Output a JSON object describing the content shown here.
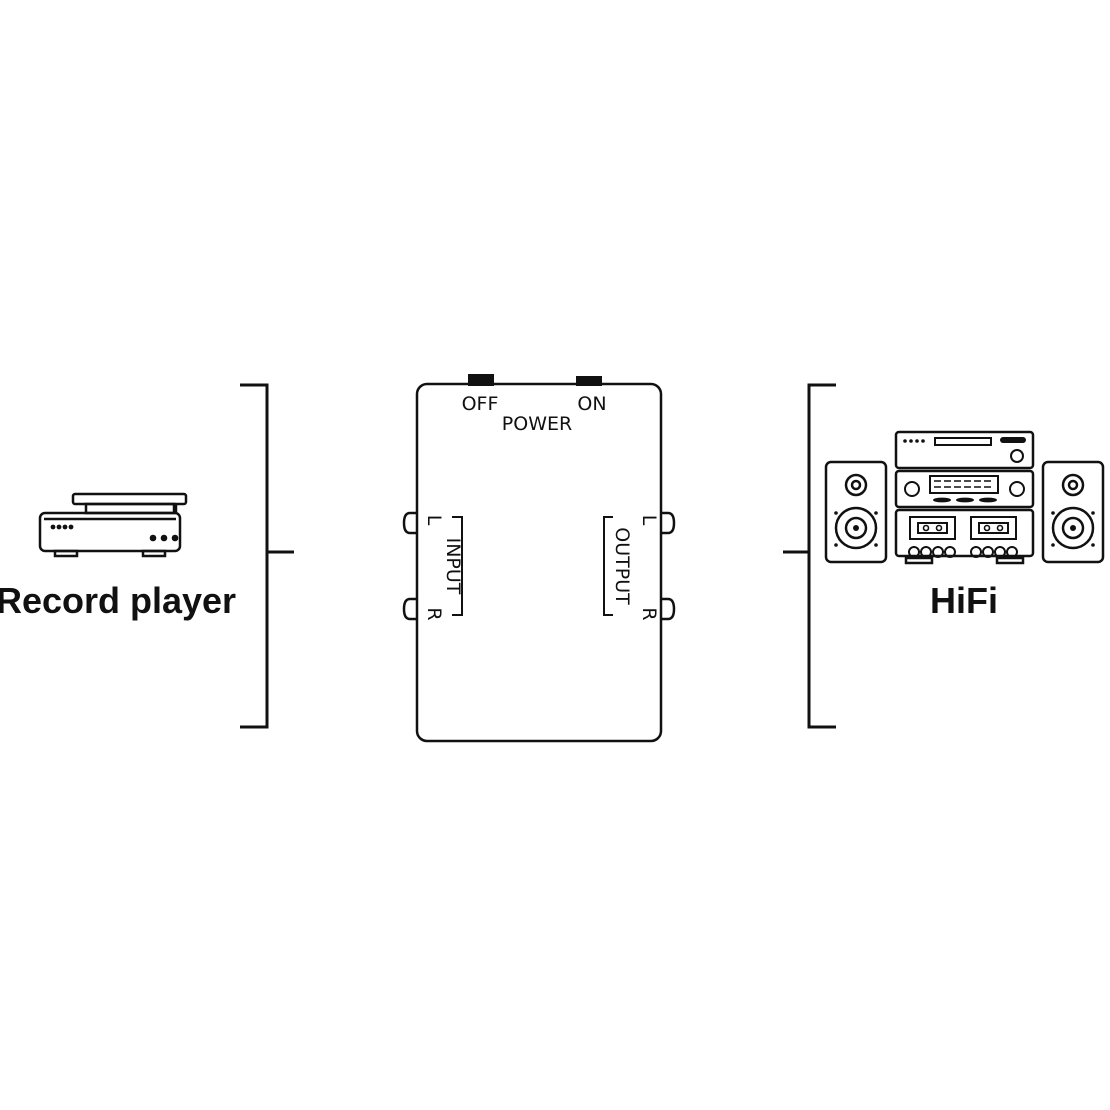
{
  "colors": {
    "ink": "#111111",
    "background": "#ffffff"
  },
  "source": {
    "label": "Record player",
    "icon": "record-player-icon"
  },
  "destination": {
    "label": "HiFi",
    "icon": "hifi-system-icon"
  },
  "device": {
    "power": {
      "label": "POWER",
      "off": "OFF",
      "on": "ON"
    },
    "input": {
      "label": "INPUT",
      "left": "L",
      "right": "R"
    },
    "output": {
      "label": "OUTPUT",
      "left": "L",
      "right": "R"
    }
  }
}
